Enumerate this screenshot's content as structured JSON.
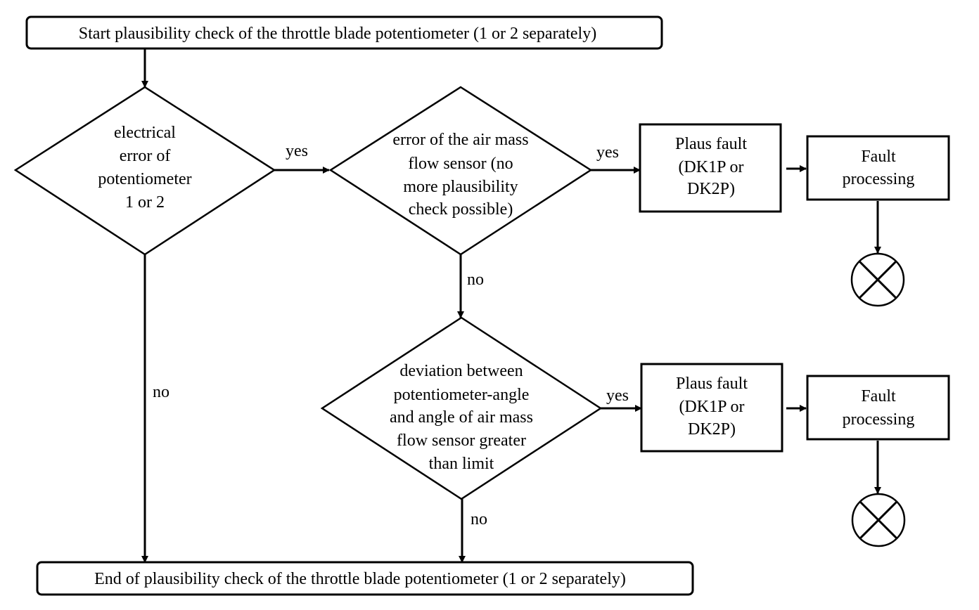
{
  "nodes": {
    "start": {
      "text": "Start plausibility check of the throttle blade potentiometer (1 or 2 separately)"
    },
    "decision_electrical": {
      "lines": [
        "electrical",
        "error of",
        "potentiometer",
        "1 or 2"
      ]
    },
    "decision_airmass": {
      "lines": [
        "error of the air mass",
        "flow sensor (no",
        "more plausibility",
        "check possible)"
      ]
    },
    "decision_deviation": {
      "lines": [
        "deviation between",
        "potentiometer-angle",
        "and angle of air mass",
        "flow sensor greater",
        "than limit"
      ]
    },
    "plaus_fault_1": {
      "lines": [
        "Plaus fault",
        "(DK1P or",
        "DK2P)"
      ]
    },
    "fault_processing_1": {
      "lines": [
        "Fault",
        "processing"
      ]
    },
    "plaus_fault_2": {
      "lines": [
        "Plaus fault",
        "(DK1P or",
        "DK2P)"
      ]
    },
    "fault_processing_2": {
      "lines": [
        "Fault",
        "processing"
      ]
    },
    "end": {
      "text": "End of plausibility check of the throttle blade potentiometer (1 or 2 separately)"
    }
  },
  "edge_labels": {
    "electrical_yes": "yes",
    "electrical_no": "no",
    "airmass_yes": "yes",
    "airmass_no": "no",
    "deviation_yes": "yes",
    "deviation_no": "no"
  },
  "terminator_icons": [
    "crossed-circle-icon",
    "crossed-circle-icon"
  ]
}
